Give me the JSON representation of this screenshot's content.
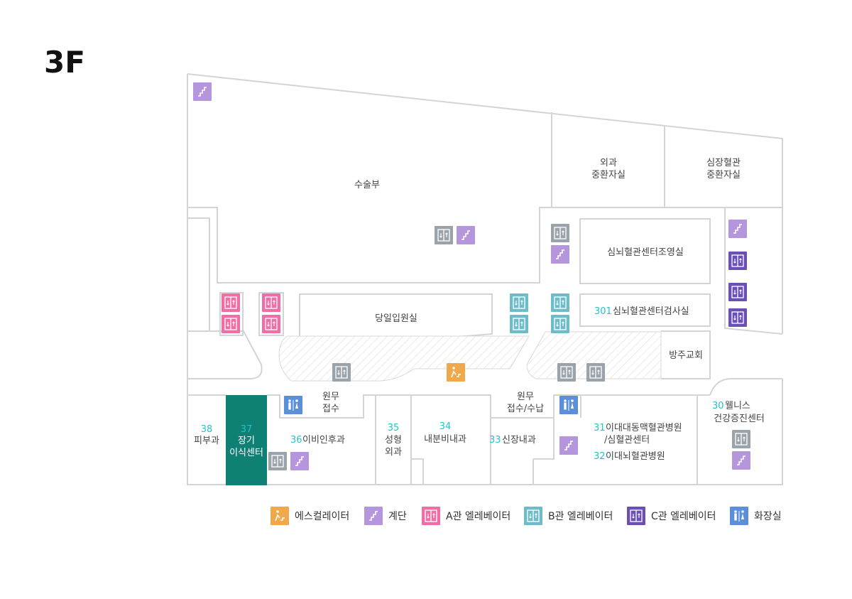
{
  "floor": "3F",
  "colors": {
    "escalator": "#f0a94a",
    "stairs": "#b596dc",
    "elevator_a": "#ef6ea6",
    "elevator_b": "#6fbcc9",
    "elevator_c": "#6a4fb5",
    "restroom": "#5b8fd9",
    "elevator_gray": "#9aa3aa",
    "highlight_room": "#0e8074",
    "number_text": "#22c3c8"
  },
  "rooms": {
    "surgery": "수술부",
    "surgical_icu_1": "외과",
    "surgical_icu_2": "중환자실",
    "cardio_icu_1": "심장혈관",
    "cardio_icu_2": "중환자실",
    "cv_angio": "심뇌혈관센터조영실",
    "day_admission": "당일입원실",
    "cv_exam_num": "301",
    "cv_exam": "심뇌혈관센터검사실",
    "chapel": "방주교회",
    "reception_1_a": "원무",
    "reception_1_b": "접수",
    "reception_2_a": "원무",
    "reception_2_b": "접수/수납",
    "dermatology_num": "38",
    "dermatology": "피부과",
    "transplant_num": "37",
    "transplant_1": "장기",
    "transplant_2": "이식센터",
    "ent_num": "36",
    "ent": "이비인후과",
    "plastic_num": "35",
    "plastic_1": "성형",
    "plastic_2": "외과",
    "endocrine_num": "34",
    "endocrine": "내분비내과",
    "nephrology_num": "33",
    "nephrology": "신장내과",
    "aorta_num": "31",
    "aorta_1": "이대대동맥혈관병원",
    "aorta_2": "/심혈관센터",
    "cerebro_num": "32",
    "cerebro": "이대뇌혈관병원",
    "wellness_num": "30",
    "wellness_1": "웰니스",
    "wellness_2": "건강증진센터"
  },
  "legend": [
    {
      "icon": "escalator-icon",
      "label": "에스컬레이터"
    },
    {
      "icon": "stairs-icon",
      "label": "계단"
    },
    {
      "icon": "elevator-a-icon",
      "label": "A관 엘레베이터"
    },
    {
      "icon": "elevator-b-icon",
      "label": "B관 엘레베이터"
    },
    {
      "icon": "elevator-c-icon",
      "label": "C관 엘레베이터"
    },
    {
      "icon": "restroom-icon",
      "label": "화장실"
    }
  ]
}
